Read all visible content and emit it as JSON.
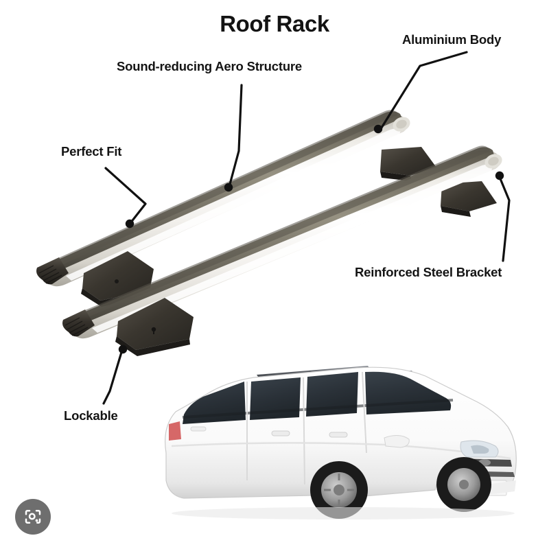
{
  "image": {
    "title": "Roof Rack",
    "background_color": "#ffffff",
    "subject": "car-roof-rack-product-infographic"
  },
  "callouts": [
    {
      "id": "aluminium-body",
      "label": "Aluminium Body"
    },
    {
      "id": "sound-reducing-aero",
      "label": "Sound-reducing Aero Structure"
    },
    {
      "id": "perfect-fit",
      "label": "Perfect Fit"
    },
    {
      "id": "reinforced-steel-bracket",
      "label": "Reinforced Steel Bracket"
    },
    {
      "id": "lockable",
      "label": "Lockable"
    }
  ],
  "product": {
    "bar_color": "#e9e8e3",
    "bar_highlight": "#fbfbf9",
    "groove_color": "#6a6658",
    "foot_color": "#3b372f",
    "endcap_color": "#2e2b26"
  },
  "vehicle": {
    "body_color": "#fdfdfd",
    "glass_color": "#2b3238",
    "tire_color": "#1d1d1d",
    "rail_color": "#5c6066",
    "type": "white-station-wagon-with-roof-rack"
  },
  "overlay": {
    "lens_button_label": "lens-search",
    "lens_button_color": "#6e6e6e",
    "lens_icon_color": "#ffffff"
  }
}
